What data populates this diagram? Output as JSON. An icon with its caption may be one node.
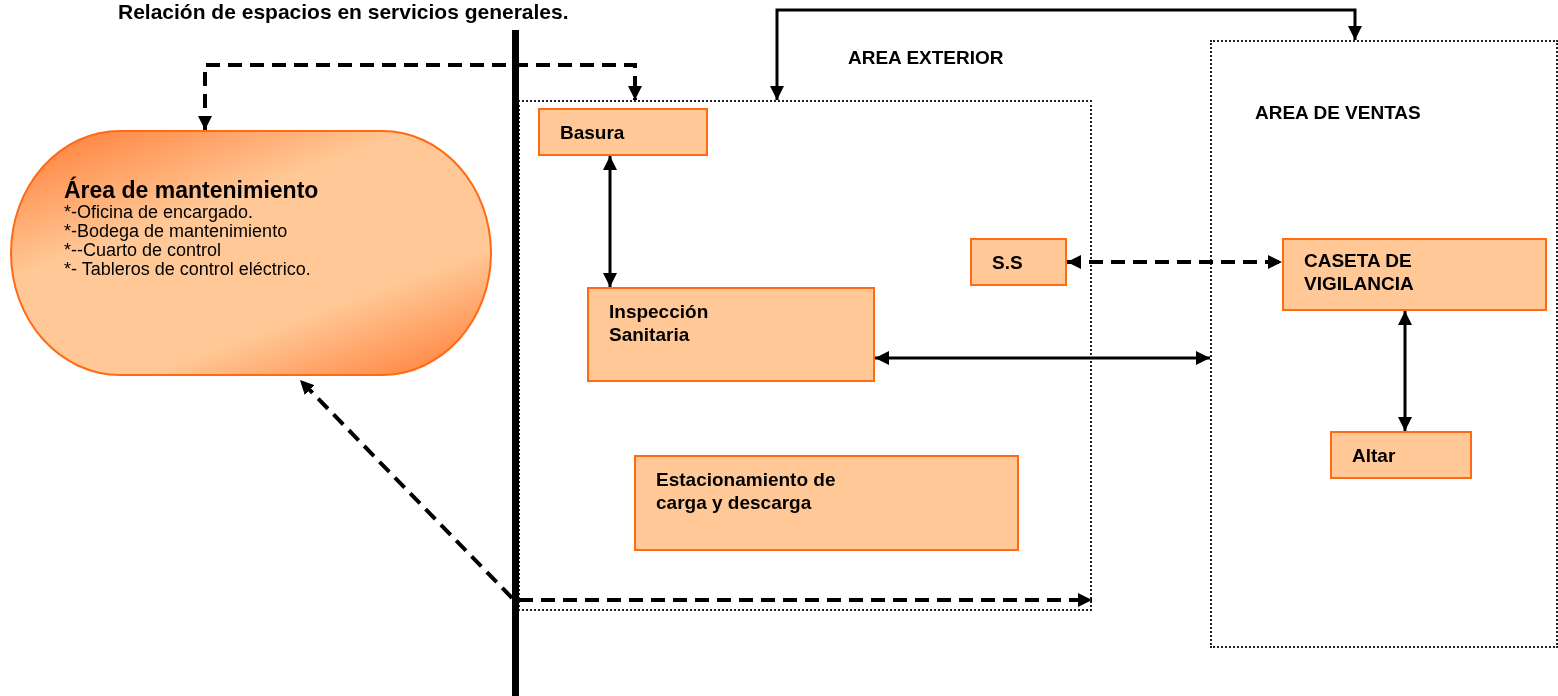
{
  "diagram": {
    "title": "Relación de espacios en servicios generales.",
    "nodes": [
      {
        "text": [
          "Área de mantenimiento",
          "*-Oficina de encargado.",
          "*-Bodega de mantenimiento",
          "*--Cuarto de control",
          "*- Tableros de control eléctrico."
        ]
      },
      {
        "text": [
          "AREA EXTERIOR"
        ]
      },
      {
        "text": [
          "Basura"
        ],
        "in": 1
      },
      {
        "text": [
          "S.S"
        ],
        "in": 1
      },
      {
        "text": [
          "Inspección Sanitaria"
        ],
        "in": 1
      },
      {
        "text": [
          "Estacionamiento de carga y descarga"
        ],
        "in": 1
      },
      {
        "text": [
          "AREA DE VENTAS"
        ]
      },
      {
        "text": [
          "CASETA DE VIGILANCIA"
        ],
        "in": 6
      },
      {
        "text": [
          "Altar"
        ],
        "in": 6
      },
      {
        "text": [],
        "shape": "bar"
      }
    ],
    "edges": [
      {
        "from": 0,
        "to": 1,
        "arrow": "both",
        "style": "dashed"
      },
      {
        "from": 1,
        "to": 6,
        "arrow": "both"
      },
      {
        "from": 2,
        "to": 4,
        "arrow": "both"
      },
      {
        "from": 3,
        "to": 7,
        "arrow": "both",
        "style": "dashed"
      },
      {
        "from": 4,
        "to": 6,
        "arrow": "both"
      },
      {
        "from": 7,
        "to": 8,
        "arrow": "both"
      },
      {
        "from": 9,
        "to": 0,
        "arrow": "to",
        "style": "dashed"
      },
      {
        "from": 9,
        "to": 1,
        "arrow": "to",
        "style": "dashed"
      }
    ]
  }
}
